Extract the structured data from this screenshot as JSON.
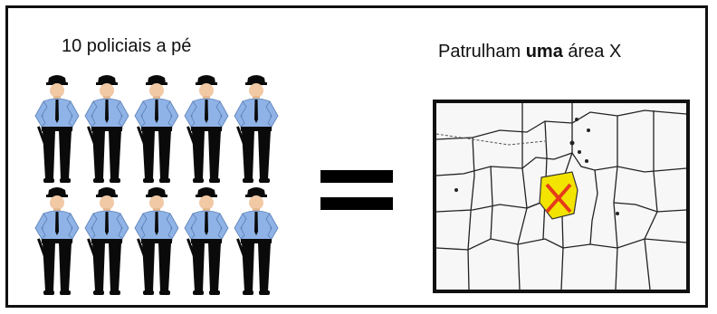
{
  "left": {
    "title": "10 policiais a pé",
    "officer_count": 10
  },
  "right": {
    "title_pre": "Patrulham ",
    "title_bold": "uma",
    "title_post": "  área X"
  },
  "operator": "=",
  "colors": {
    "shirt": "#8fb3e6",
    "pants": "#0a0a0a",
    "patrol_area": "#f2e300",
    "marker": "#e53b1a"
  }
}
